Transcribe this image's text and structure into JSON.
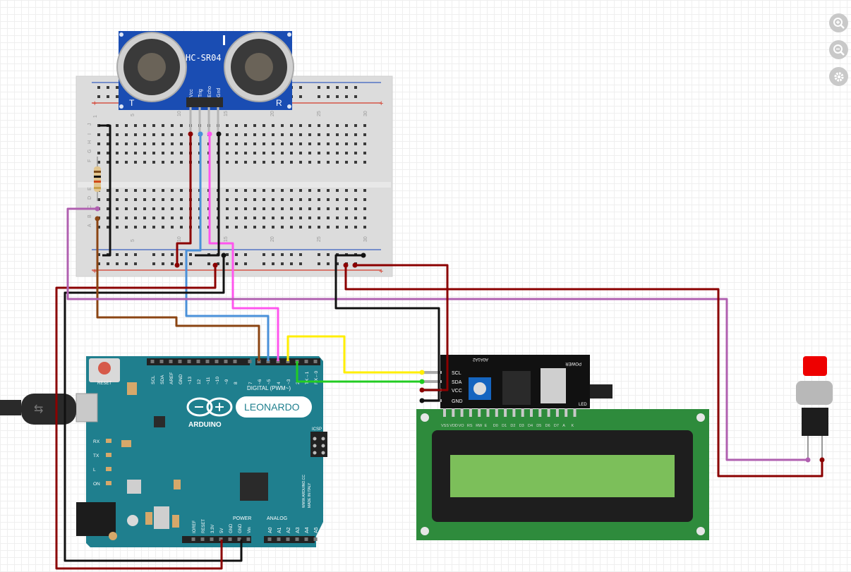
{
  "toolbar": {
    "zoom_in": "zoom-in-icon",
    "zoom_out": "zoom-out-icon",
    "settings": "gear-icon"
  },
  "breadboard": {
    "top_numbers": [
      "5",
      "10",
      "15",
      "20",
      "25",
      "30"
    ],
    "bottom_numbers": [
      "5",
      "10",
      "15",
      "20",
      "25",
      "30"
    ],
    "row_letters": [
      "J",
      "I",
      "H",
      "G",
      "F",
      "E",
      "D",
      "C",
      "B",
      "A"
    ],
    "top_row_label": "1"
  },
  "sensor": {
    "name": "HC-SR04",
    "pins": [
      "Vcc",
      "Trig",
      "Echo",
      "Gnd"
    ],
    "left_mark": "T",
    "right_mark": "R"
  },
  "arduino": {
    "logo": "ARDUINO",
    "model": "LEONARDO",
    "reset_label": "RESET",
    "digital_label": "DIGITAL (PWM~)",
    "power_label": "POWER",
    "analog_label": "ANALOG",
    "top_pins": [
      "SCL",
      "SDA",
      "AREF",
      "GND",
      "~13",
      "12",
      "~11",
      "~10",
      "~9",
      "8",
      "7",
      "~6",
      "~5",
      "4",
      "~3",
      "2",
      "TX→1",
      "RX←0"
    ],
    "power_pins": [
      "IOREF",
      "RESET",
      "3.3V",
      "5V",
      "GND",
      "GND",
      "Vin"
    ],
    "analog_pins": [
      "A0",
      "A1",
      "A2",
      "A3",
      "A4",
      "A5"
    ],
    "left_labels": [
      "RX",
      "TX",
      "L",
      "ON"
    ],
    "icsp_label": "ICSP",
    "side_text": "WWW.ARDUINO.CC",
    "side_text2": "MADE IN ITALY"
  },
  "i2c": {
    "pins": [
      "SCL",
      "SDA",
      "VCC",
      "GND"
    ],
    "power_label": "POWER",
    "led_label": "LED",
    "address_label": "A0A1A2"
  },
  "lcd": {
    "pins": [
      "VSS",
      "VDD",
      "VO",
      "RS",
      "RW",
      "E",
      "D0",
      "D1",
      "D2",
      "D3",
      "D4",
      "D5",
      "D6",
      "D7",
      "A",
      "K"
    ],
    "screen_color": "#7cbf5a"
  },
  "colors": {
    "red_wire": "#8b0000",
    "black_wire": "#111111",
    "blue_wire": "#4a90d9",
    "pink_wire": "#ff55ee",
    "brown_wire": "#8b4513",
    "yellow_wire": "#ffee00",
    "green_wire": "#22cc22",
    "purple_wire": "#b060b0",
    "board_teal": "#1f7f8e",
    "lcd_green": "#2e8b3c"
  }
}
